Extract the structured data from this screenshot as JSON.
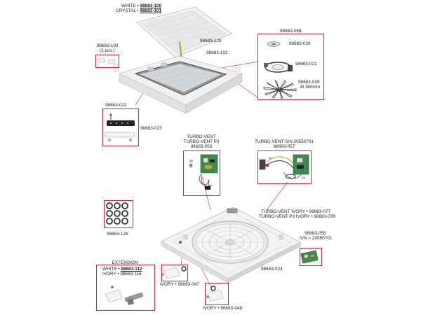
{
  "labels": {
    "white_100_prefix": "WHITE • ",
    "white_100_code": "98683-100",
    "crystal_prefix": "CRYSTAL • ",
    "crystal_code": "98683-101",
    "p103": "98683-103",
    "p103_qty": "(2 pcs.)",
    "p129": "98683-129",
    "p102": "98683-102",
    "p068": "98683-068",
    "p020": "98683-020",
    "p021": "98683-021",
    "p026": "98683-026",
    "p026_dia": "Ø 360mm",
    "p022": "98683-022",
    "p023": "98683-023",
    "tv1_line1": "TURBO-VENT",
    "tv1_line2": "TURBO-VENT P3",
    "tv1_code": "98683-056",
    "tv2_line1": "TURBO-VENT  S/N 20550701",
    "tv2_code": "98683-057",
    "p126": "98683-126",
    "ivory077": "TURBO-VENT IVORY • 98683-077",
    "p3ivory078": "TURBO-VENT P3 IVORY • 98683-078",
    "p058": "98683-058",
    "p058_sn": "S/N > 20550701",
    "p024": "98683-024",
    "ext_title": "EXTENSION",
    "white_112_prefix": "WHITE • ",
    "white_112_code": "98683-112",
    "ivory116": "IVORY • 98683-116",
    "ivory047": "IVORY • 98683-047",
    "ivory048": "IVORY • 98683-048"
  },
  "colors": {
    "callout_frame": "#c62838",
    "leader_line": "#d24a55",
    "pcb_green": "#3f8a4a",
    "frame_white": "#f2f2ef"
  }
}
